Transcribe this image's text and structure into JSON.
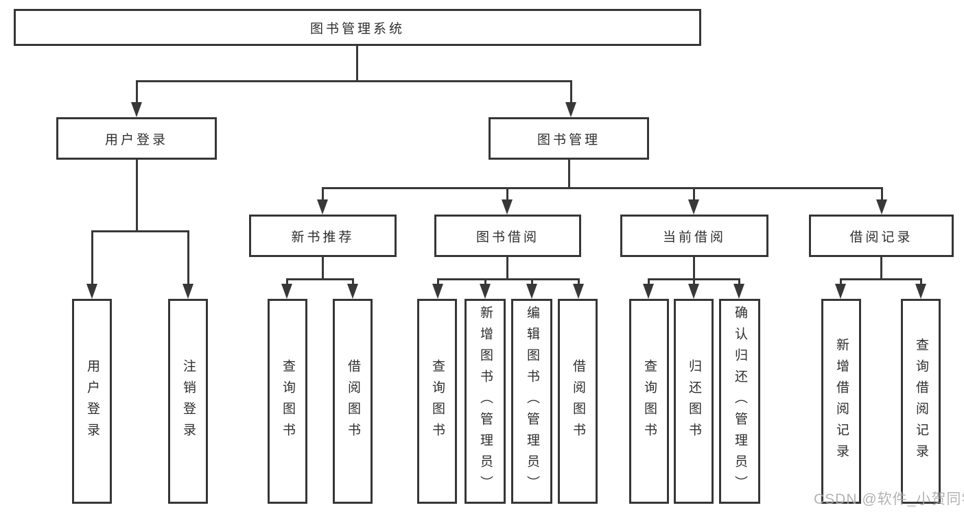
{
  "diagram_type": "tree",
  "tree": {
    "root": {
      "label": "图书管理系统",
      "children": [
        {
          "label": "用户登录",
          "children": [
            {
              "label": "用户登录"
            },
            {
              "label": "注销登录"
            }
          ]
        },
        {
          "label": "图书管理",
          "children": [
            {
              "label": "新书推荐",
              "children": [
                {
                  "label": "查询图书"
                },
                {
                  "label": "借阅图书"
                }
              ]
            },
            {
              "label": "图书借阅",
              "children": [
                {
                  "label": "查询图书"
                },
                {
                  "label": "新增图书（管理员）"
                },
                {
                  "label": "编辑图书（管理员）"
                },
                {
                  "label": "借阅图书"
                }
              ]
            },
            {
              "label": "当前借阅",
              "children": [
                {
                  "label": "查询图书"
                },
                {
                  "label": "归还图书"
                },
                {
                  "label": "确认归还（管理员）"
                }
              ]
            },
            {
              "label": "借阅记录",
              "children": [
                {
                  "label": "新增借阅记录"
                },
                {
                  "label": "查询借阅记录"
                }
              ]
            }
          ]
        }
      ]
    }
  },
  "watermark": {
    "text": "CSDN @软件_小贺同学"
  },
  "colors": {
    "line": "#383838",
    "box_border": "#363636",
    "text": "#2e2e2e",
    "watermark": "#a8a8a8",
    "background": "#ffffff"
  }
}
